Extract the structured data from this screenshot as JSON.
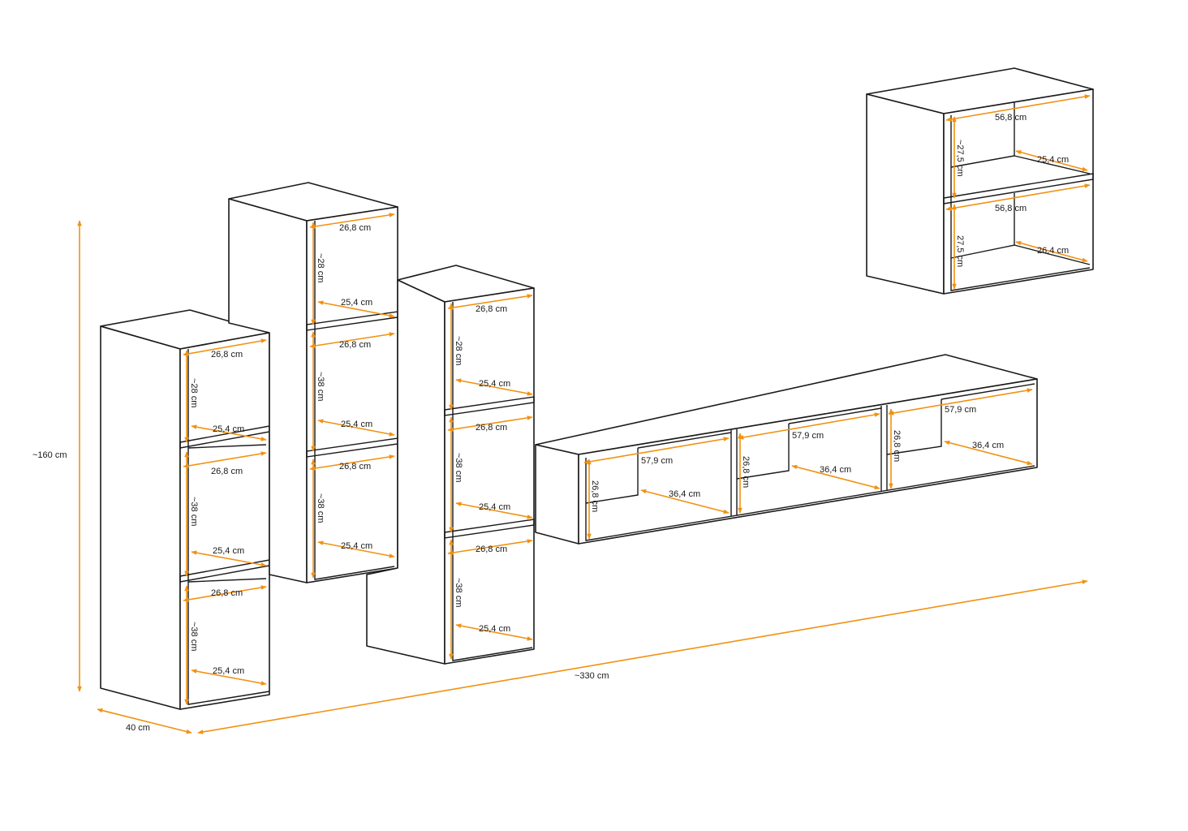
{
  "overall": {
    "height": "~160 cm",
    "width": "~330 cm",
    "depth": "40 cm"
  },
  "colors": {
    "lines": "#1a1a1a",
    "dimension": "#f29111",
    "background": "#ffffff"
  },
  "column_left": {
    "top_width": "26,8 cm",
    "top_height": "~28 cm",
    "top_depth": "25,4 cm",
    "mid_width": "26,8 cm",
    "mid_height": "~38 cm",
    "mid_depth": "25,4 cm",
    "bot_width": "26,8 cm",
    "bot_height": "~38 cm",
    "bot_depth": "25,4 cm"
  },
  "column_tall": {
    "top_width": "26,8 cm",
    "top_height": "~28 cm",
    "top_depth": "25,4 cm",
    "mid_width": "26,8 cm",
    "mid_height": "~38 cm",
    "mid_depth": "25,4 cm",
    "bot_width": "26,8 cm",
    "bot_height": "~38 cm",
    "bot_depth": "25,4 cm"
  },
  "column_mid": {
    "top_width": "26,8 cm",
    "top_height": "~28 cm",
    "top_depth": "25,4 cm",
    "mid_width": "26,8 cm",
    "mid_height": "~38 cm",
    "mid_depth": "25,4 cm",
    "bot_width": "26,8 cm",
    "bot_height": "~38 cm",
    "bot_depth": "25,4 cm"
  },
  "tv_unit": {
    "c1_width": "57,9 cm",
    "c1_height": "26,8 cm",
    "c1_depth": "36,4 cm",
    "c2_width": "57,9 cm",
    "c2_height": "26,8 cm",
    "c2_depth": "36,4 cm",
    "c3_width": "57,9 cm",
    "c3_height": "26,8 cm",
    "c3_depth": "36,4 cm"
  },
  "wall_box": {
    "top_width": "56,8 cm",
    "top_height": "~27,5 cm",
    "top_depth": "25,4 cm",
    "bot_width": "56,8 cm",
    "bot_height": "27,5 cm",
    "bot_depth": "26,4 cm"
  }
}
